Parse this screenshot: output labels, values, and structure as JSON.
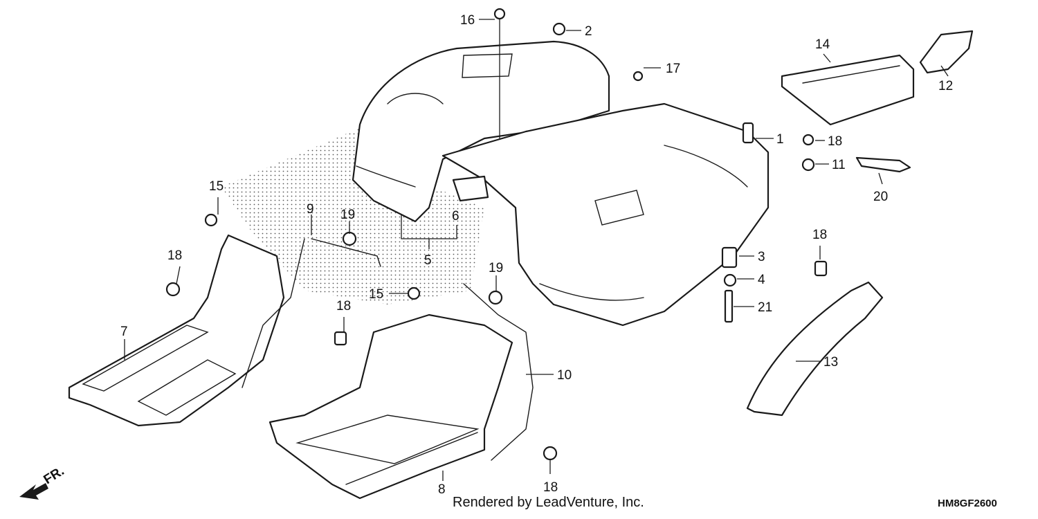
{
  "callouts": {
    "c1": "1",
    "c2": "2",
    "c3": "3",
    "c4": "4",
    "c5": "5",
    "c6": "6",
    "c7": "7",
    "c8": "8",
    "c9": "9",
    "c10": "10",
    "c11": "11",
    "c12": "12",
    "c13": "13",
    "c14": "14",
    "c15a": "15",
    "c15b": "15",
    "c16": "16",
    "c17": "17",
    "c18a": "18",
    "c18b": "18",
    "c18c": "18",
    "c18d": "18",
    "c18e": "18",
    "c19a": "19",
    "c19b": "19",
    "c20": "20",
    "c21": "21"
  },
  "direction_label": "FR.",
  "footer": {
    "credit": "Rendered by LeadVenture, Inc.",
    "diagram_code": "HM8GF2600"
  }
}
